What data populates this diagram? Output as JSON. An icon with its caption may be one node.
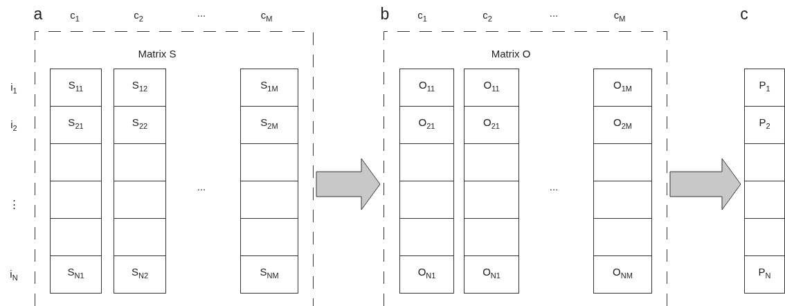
{
  "diagram": {
    "nodes": [
      {
        "text": [
          "Matrix S"
        ]
      },
      {
        "text": [],
        "shape": "box",
        "in": 0
      },
      {
        "text": [
          "S$_{11}$"
        ],
        "in": 1
      },
      {
        "text": [
          "S$_{21}$"
        ],
        "in": 1
      },
      {
        "text": [],
        "shape": "box",
        "in": 1
      },
      {
        "text": [],
        "shape": "box",
        "in": 1
      },
      {
        "text": [],
        "shape": "box",
        "in": 1
      },
      {
        "text": [
          "S$_{N1}$"
        ],
        "in": 1
      },
      {
        "text": [],
        "shape": "box",
        "in": 0
      },
      {
        "text": [
          "S$_{12}$"
        ],
        "in": 8
      },
      {
        "text": [
          "S$_{22}$"
        ],
        "in": 8
      },
      {
        "text": [],
        "shape": "box",
        "in": 8
      },
      {
        "text": [],
        "shape": "box",
        "in": 8
      },
      {
        "text": [],
        "shape": "box",
        "in": 8
      },
      {
        "text": [
          "S$_{N2}$"
        ],
        "in": 8
      },
      {
        "text": [],
        "shape": "box",
        "in": 0
      },
      {
        "text": [
          "S$_{1M}$"
        ],
        "in": 15
      },
      {
        "text": [
          "S$_{2M}$"
        ],
        "in": 15
      },
      {
        "text": [],
        "shape": "box",
        "in": 15
      },
      {
        "text": [],
        "shape": "box",
        "in": 15
      },
      {
        "text": [],
        "shape": "box",
        "in": 15
      },
      {
        "text": [
          "S$_{NM}$"
        ],
        "in": 15
      },
      {
        "text": [
          "Matrix O"
        ]
      },
      {
        "text": [],
        "shape": "box",
        "in": 22
      },
      {
        "text": [
          "O$_{11}$"
        ],
        "in": 23
      },
      {
        "text": [
          "O$_{21}$"
        ],
        "in": 23
      },
      {
        "text": [],
        "shape": "box",
        "in": 23
      },
      {
        "text": [],
        "shape": "box",
        "in": 23
      },
      {
        "text": [],
        "shape": "box",
        "in": 23
      },
      {
        "text": [
          "O$_{N1}$"
        ],
        "in": 23
      },
      {
        "text": [],
        "shape": "box",
        "in": 22
      },
      {
        "text": [
          "O$_{11}$"
        ],
        "in": 30
      },
      {
        "text": [
          "O$_{21}$"
        ],
        "in": 30
      },
      {
        "text": [],
        "shape": "box",
        "in": 30
      },
      {
        "text": [],
        "shape": "box",
        "in": 30
      },
      {
        "text": [],
        "shape": "box",
        "in": 30
      },
      {
        "text": [
          "O$_{N1}$"
        ],
        "in": 30
      },
      {
        "text": [],
        "shape": "box",
        "in": 22
      },
      {
        "text": [
          "O$_{1M}$"
        ],
        "in": 37
      },
      {
        "text": [
          "O$_{2M}$"
        ],
        "in": 37
      },
      {
        "text": [],
        "shape": "box",
        "in": 37
      },
      {
        "text": [],
        "shape": "box",
        "in": 37
      },
      {
        "text": [],
        "shape": "box",
        "in": 37
      },
      {
        "text": [
          "O$_{NM}$"
        ],
        "in": 37
      },
      {
        "text": [],
        "shape": "box"
      },
      {
        "text": [
          "P$_{1}$"
        ],
        "in": 44
      },
      {
        "text": [
          "P$_{2}$"
        ],
        "in": 44
      },
      {
        "text": [],
        "shape": "box",
        "in": 44
      },
      {
        "text": [],
        "shape": "box",
        "in": 44
      },
      {
        "text": [],
        "shape": "box",
        "in": 44
      },
      {
        "text": [
          "P$_{N}$"
        ],
        "in": 44
      }
    ],
    "edges": [
      {
        "from": 0,
        "to": 22,
        "arrow": "to",
        "style": "thick"
      },
      {
        "from": 22,
        "to": 44,
        "arrow": "to",
        "style": "thick"
      }
    ],
    "labels": [
      "a",
      "c$_{1}$",
      "c$_{2}$",
      "...",
      "c$_{M}$",
      "b",
      "c$_{1}$",
      "c$_{2}$",
      "...",
      "c$_{M}$",
      "c",
      "i$_{1}$",
      "i$_{2}$",
      "⋮",
      "i$_{N}$",
      "...",
      "..."
    ]
  }
}
